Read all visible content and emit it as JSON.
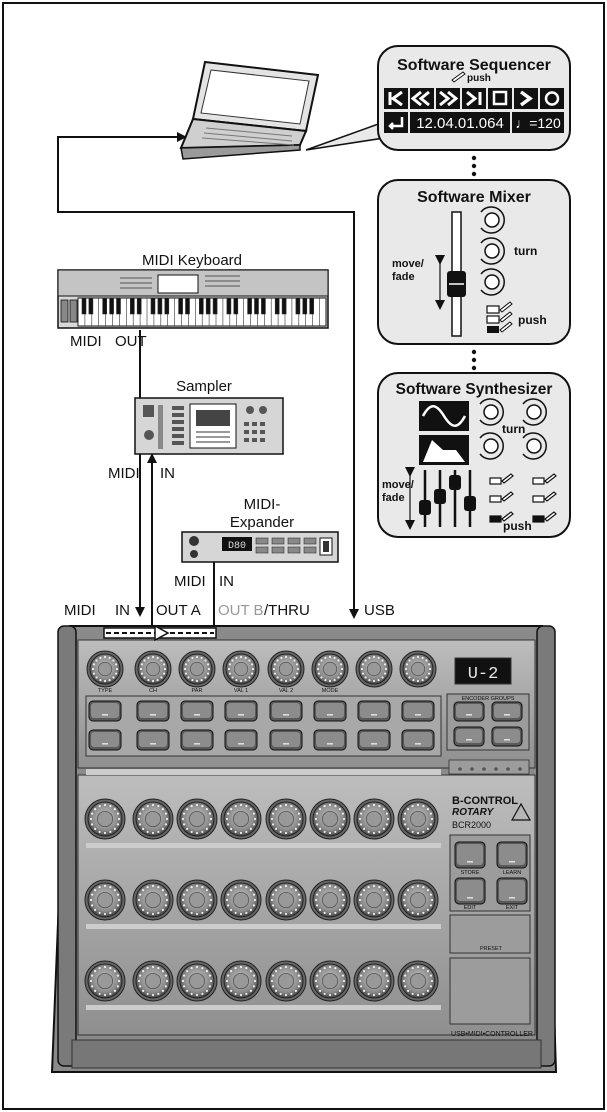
{
  "sequencer": {
    "title": "Software Sequencer",
    "push": "push",
    "position": "12.04.01.064",
    "tempo": "♩=120"
  },
  "mixer": {
    "title": "Software Mixer",
    "move": "move/",
    "fade": "fade",
    "turn": "turn",
    "push": "push"
  },
  "synth": {
    "title": "Software Synthesizer",
    "turn": "turn",
    "move": "move/",
    "fade": "fade",
    "push": "push"
  },
  "keyboard": {
    "title": "MIDI Keyboard",
    "out_midi": "MIDI",
    "out_label": "OUT"
  },
  "sampler": {
    "title": "Sampler",
    "in_midi": "MIDI",
    "in_label": "IN"
  },
  "expander": {
    "title_line1": "MIDI-",
    "title_line2": "Expander",
    "display": "D80",
    "in_midi": "MIDI",
    "in_label": "IN"
  },
  "ports": {
    "midi": "MIDI",
    "in": "IN",
    "out_a": "OUT A",
    "out_b": "OUT B",
    "thru": "/THRU",
    "usb": "USB"
  },
  "bcr": {
    "display": "U-2",
    "knob_labels": [
      "TYPE",
      "CH",
      "PAR",
      "VAL 1",
      "VAL 2",
      "MODE"
    ],
    "encoder_group": "ENCODER GROUPS",
    "brand_line1": "B-CONTROL",
    "brand_line2": "ROTARY",
    "model": "BCR2000",
    "store": "STORE",
    "learn": "LEARN",
    "edit": "EDIT",
    "exit": "EXIT",
    "preset": "PRESET",
    "footer": "USB•MIDI•CONTROLLER"
  }
}
